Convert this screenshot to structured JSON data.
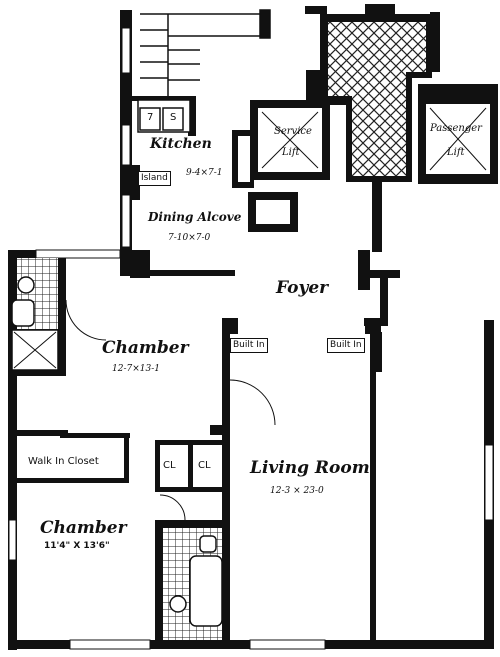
{
  "rooms": {
    "kitchen": {
      "name": "Kitchen",
      "dims": "9-4×7-1"
    },
    "island": "Island",
    "appliance_left": "7",
    "appliance_right": "S",
    "dining": {
      "name": "Dining Alcove",
      "dims": "7-10×7-0"
    },
    "service_lift": {
      "line1": "Service",
      "line2": "Lift"
    },
    "passenger_lift": {
      "line1": "Passenger",
      "line2": "Lift"
    },
    "foyer": "Foyer",
    "built_in_left": "Built In",
    "built_in_right": "Built In",
    "chamber_upper": {
      "name": "Chamber",
      "dims": "12-7×13-1"
    },
    "walk_in_closet": "Walk In Closet",
    "closet_a": "CL",
    "closet_b": "CL",
    "living": {
      "name": "Living Room",
      "dims": "12-3 × 23-0"
    },
    "chamber_lower": {
      "name": "Chamber",
      "dims": "11'4\" X 13'6\""
    }
  },
  "colors": {
    "wall": "#111111",
    "background": "#ffffff"
  }
}
